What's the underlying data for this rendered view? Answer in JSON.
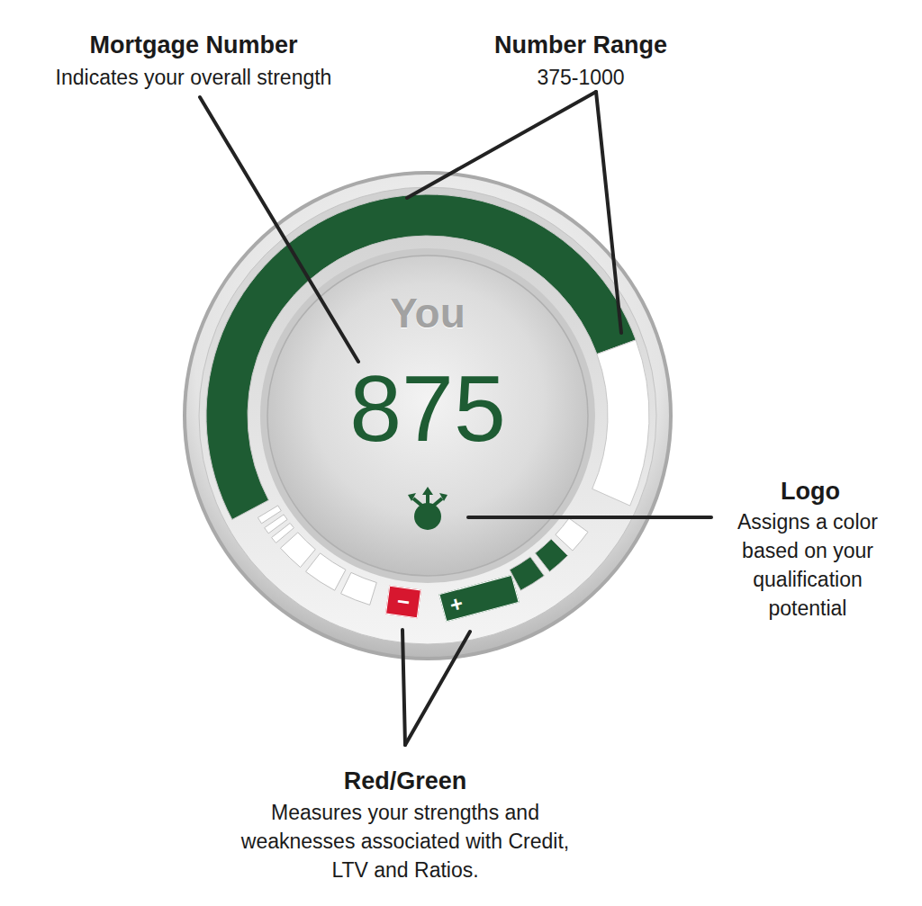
{
  "diagram": {
    "nodes": [
      {
        "text": [
          "You",
          "875"
        ]
      },
      {
        "text": [
          "−"
        ]
      },
      {
        "text": [
          "+"
        ]
      }
    ],
    "labels": [
      "Mortgage Number",
      "Indicates your overall strength",
      "Number Range",
      "375-1000",
      "Logo",
      "Assigns a color based on your qualification potential",
      "Red/Green",
      "Measures your strengths and weaknesses associated with Credit, LTV and Ratios."
    ]
  }
}
